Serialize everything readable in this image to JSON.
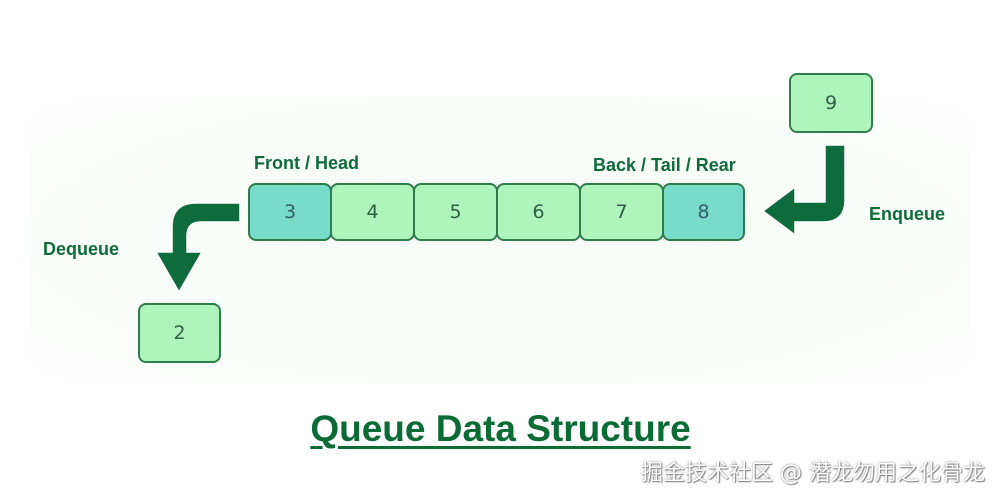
{
  "title": "Queue Data Structure",
  "labels": {
    "front": "Front / Head",
    "back": "Back / Tail / Rear",
    "enqueue": "Enqueue",
    "dequeue": "Dequeue"
  },
  "queue": {
    "items": [
      "3",
      "4",
      "5",
      "6",
      "7",
      "8"
    ],
    "front_value": "3",
    "rear_value": "8"
  },
  "enqueued_value": "9",
  "dequeued_value": "2",
  "watermark": "掘金技术社区 @ 潜龙勿用之化骨龙",
  "colors": {
    "cell_fill": "#aef5bd",
    "cell_highlight": "#79dbc9",
    "cell_border": "#2f7d4d",
    "arrow": "#0e6b3c",
    "text_accent": "#0e6b3c"
  }
}
